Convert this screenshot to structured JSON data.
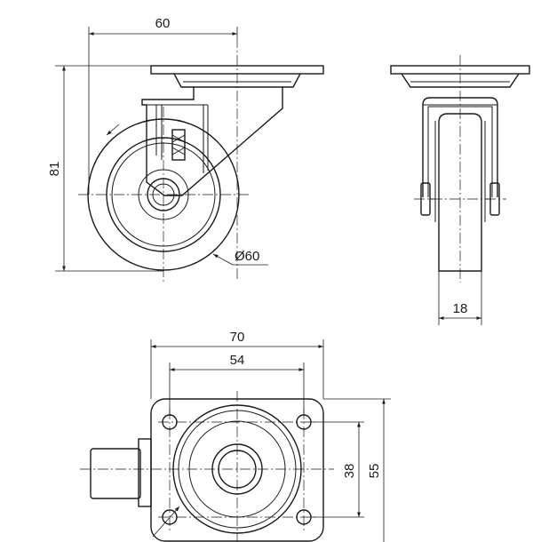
{
  "dimensions": {
    "side_width": "60",
    "side_height": "81",
    "wheel_diameter": "Ø60",
    "wheel_width": "18",
    "plate_width": "70",
    "hole_spacing_x": "54",
    "hole_spacing_y": "38",
    "plate_height": "55"
  }
}
